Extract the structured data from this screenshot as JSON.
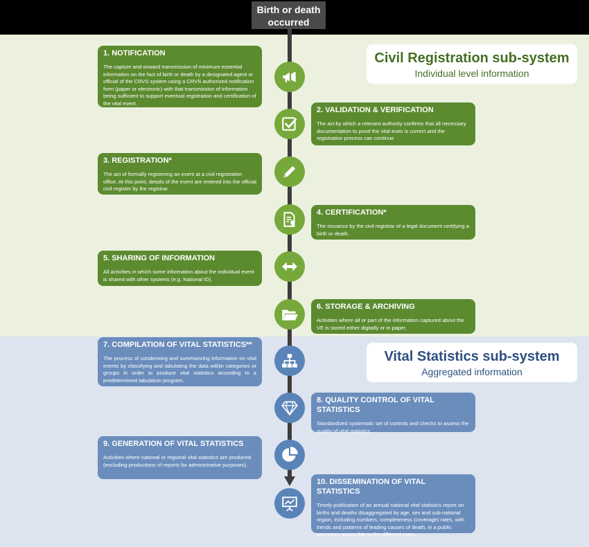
{
  "start": {
    "line1": "Birth or death",
    "line2": "occurred"
  },
  "civil_registration": {
    "title": "Civil Registration sub-system",
    "subtitle": "Individual level information"
  },
  "vital_statistics": {
    "title": "Vital Statistics sub-system",
    "subtitle": "Aggregated information"
  },
  "colors": {
    "green_card": "#5b8a2f",
    "green_icon": "#77a83b",
    "blue_card": "#6a8dbc",
    "blue_icon": "#5a84b8",
    "cr_band": "#ebf1de",
    "vs_band": "#dde4ef"
  },
  "steps": [
    {
      "title": "1. NOTIFICATION",
      "text": "The capture and onward transmission of minimum essential information on the fact of birth or death by a designated agent or official of the CRVS system using a CRVS authorized notification form (paper or electronic) with that transmission of information being sufficient to support eventual registration and certification of the vital event.",
      "icon": "megaphone-icon"
    },
    {
      "title": "2. VALIDATION & VERIFICATION",
      "text": "The act by which a relevant authority confirms that all necessary documentation to proof the vital even is correct and the registration process can continue",
      "icon": "checkbox-icon"
    },
    {
      "title": "3. REGISTRATION*",
      "text": "The act of formally registering an event at a civil registration office. At this point, details of the event are entered into the official civil register by the registrar.",
      "icon": "pencil-icon"
    },
    {
      "title": "4. CERTIFICATION*",
      "text": "The issuance by the civil registrar of a legal document certifying a birth or death.",
      "icon": "certificate-icon"
    },
    {
      "title": "5. SHARING OF INFORMATION",
      "text": "All activities in which some information about the individual event is shared with other systems (e.g. National ID).",
      "icon": "double-arrow-icon"
    },
    {
      "title": "6. STORAGE & ARCHIVING",
      "text": "Activities where all or part of the information captured about the VE is stored either digitally or in paper.",
      "icon": "folder-icon"
    },
    {
      "title": "7. COMPILATION OF VITAL STATISTICS**",
      "text": "The process of condensing and summarizing information on vital events by classifying and tabulating the data within categories or groups in order to produce vital statistics according to a predetermined tabulation program.",
      "icon": "hierarchy-icon"
    },
    {
      "title": "8. QUALITY CONTROL OF VITAL STATISTICS",
      "text": "Standardized systematic set of controls and checks to assess the quality of vital statistics.",
      "icon": "diamond-icon"
    },
    {
      "title": "9. GENERATION OF VITAL STATISTICS",
      "text": "Activities where national or regional vital statistics are produced (excluding productions of reports for administrative purposes).",
      "icon": "pie-chart-icon"
    },
    {
      "title": "10. DISSEMINATION OF VITAL STATISTICS",
      "text": "Timely publication of an annual national vital statistics report on births and deaths disaggregated by age, sex and sub-national region, including numbers, completeness (coverage) rates, with trends and patterns of leading causes of death, in a public repository accessible to the different users.",
      "icon": "presentation-icon"
    }
  ]
}
